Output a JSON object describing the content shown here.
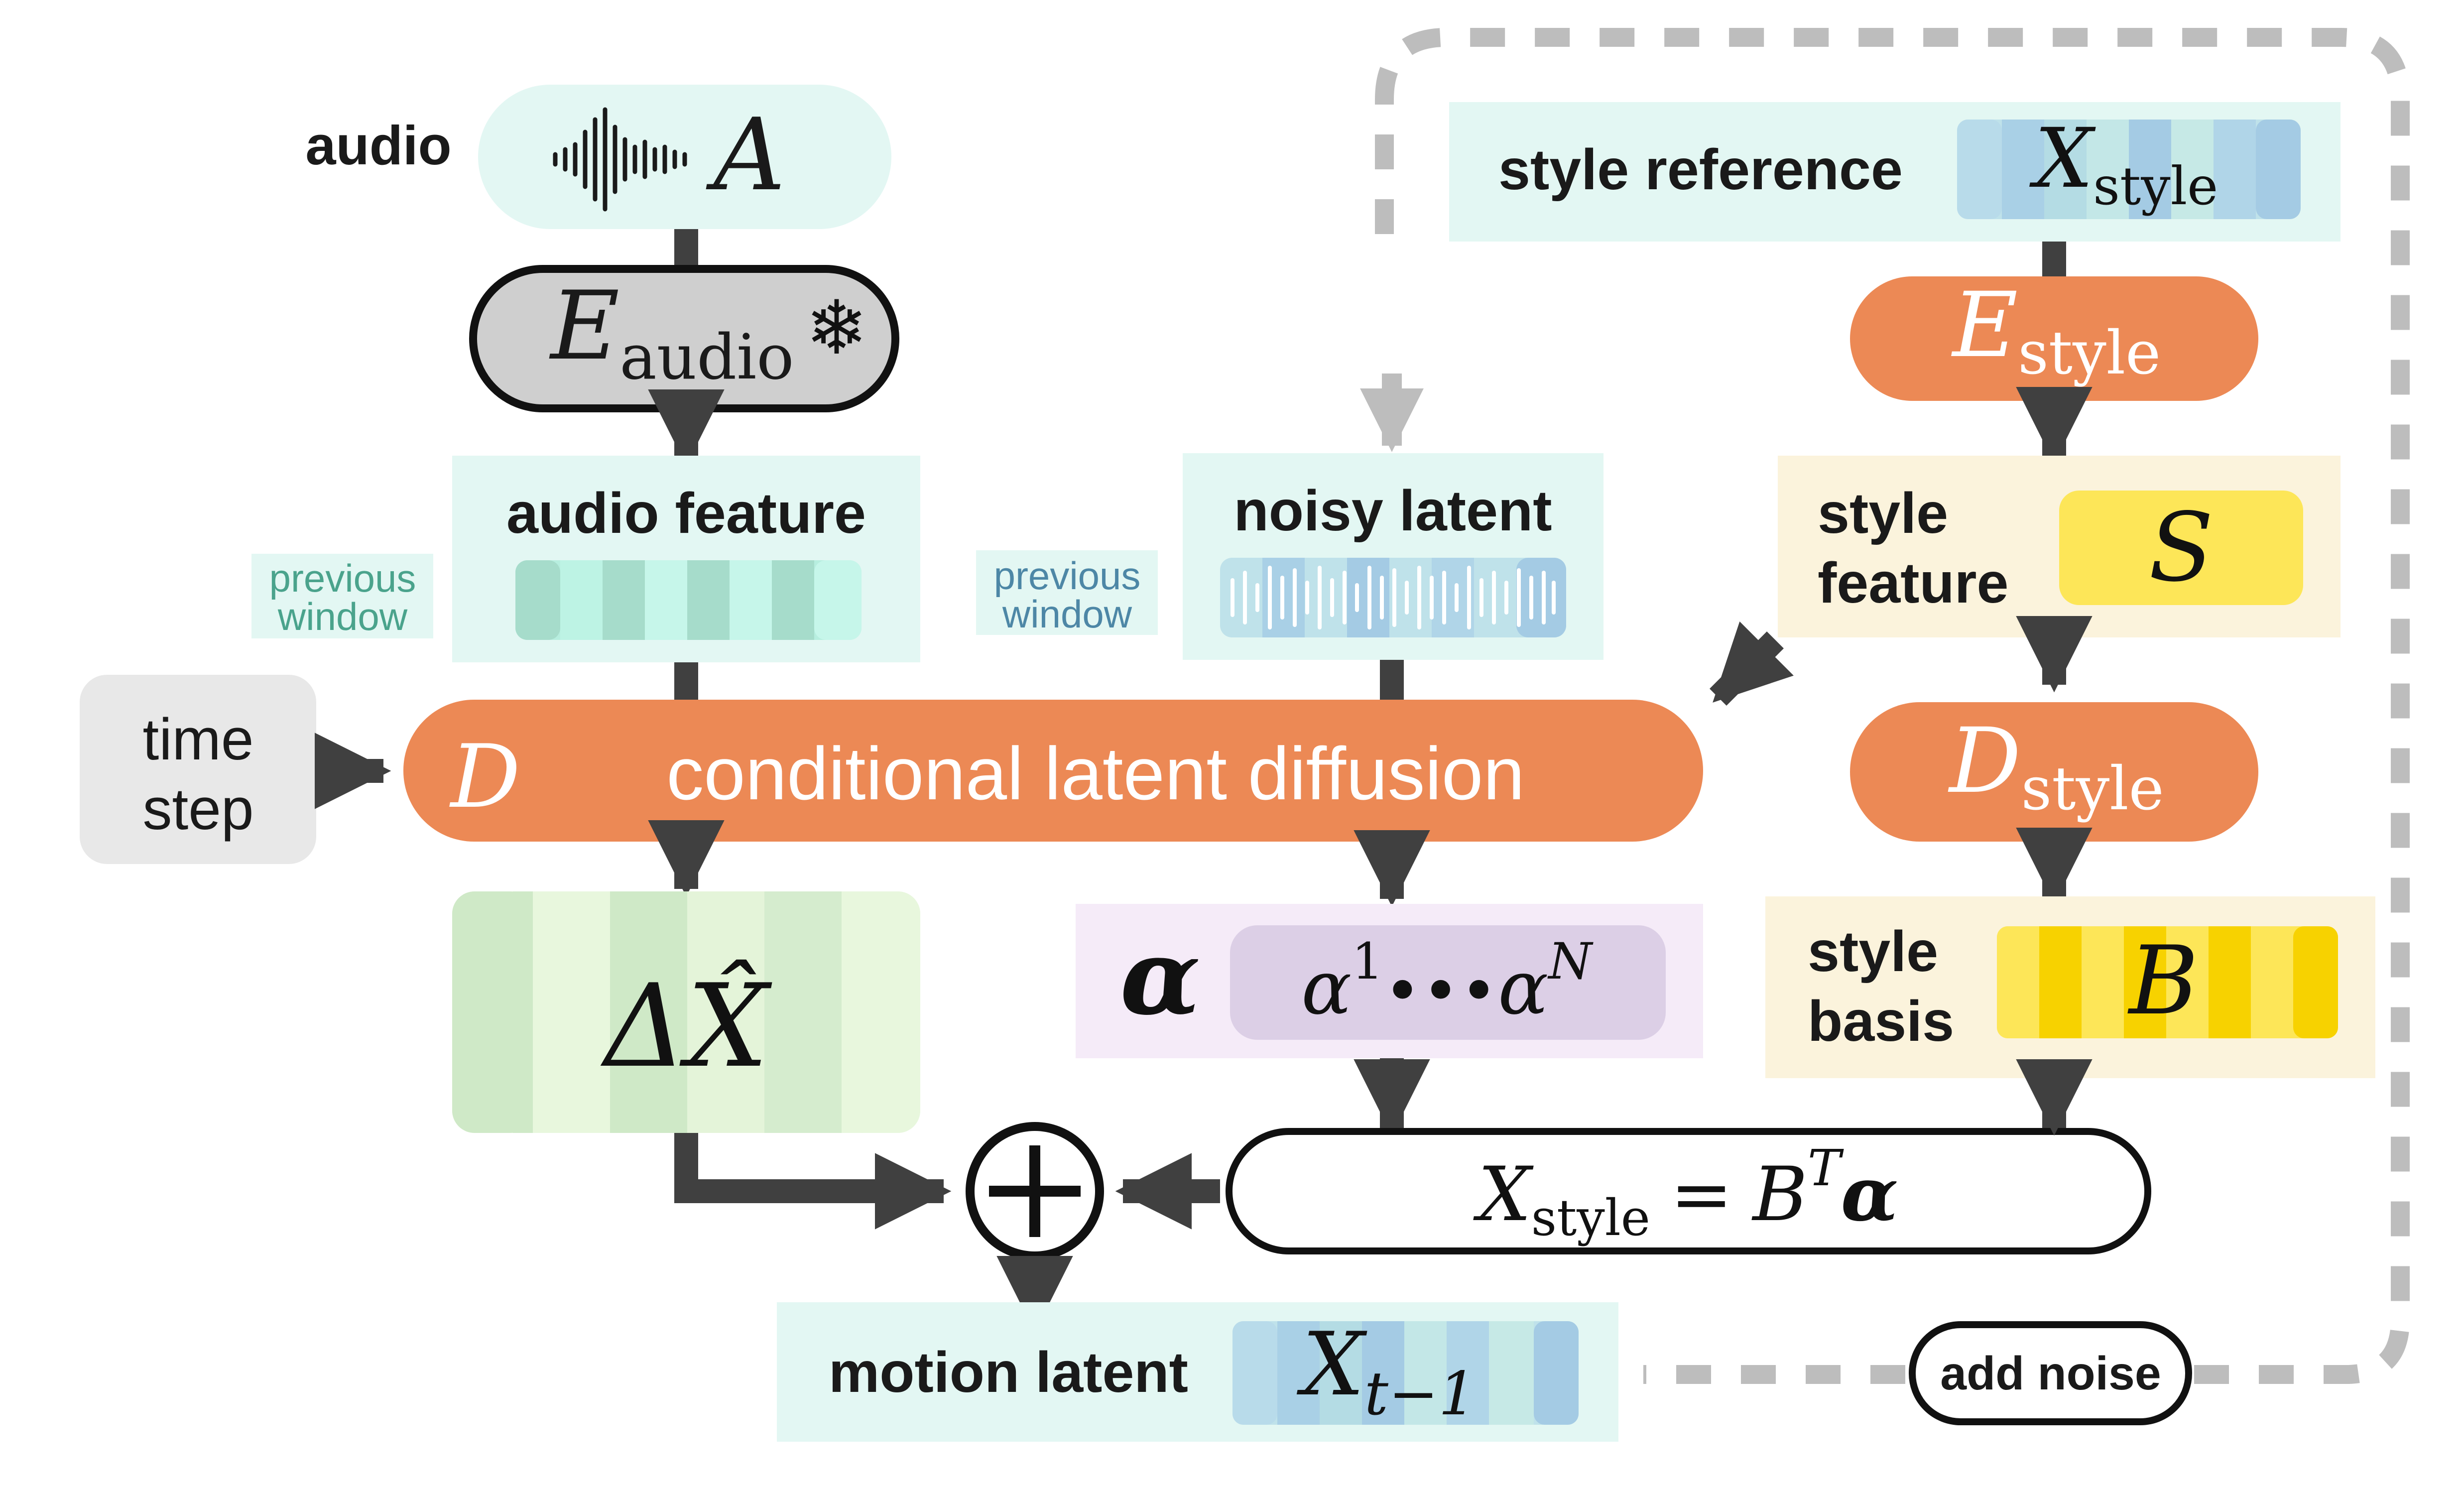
{
  "labels": {
    "audio": "audio",
    "audio_feature": "audio feature",
    "previous_window_1a": "previous",
    "previous_window_1b": "window",
    "previous_window_2a": "previous",
    "previous_window_2b": "window",
    "noisy_latent": "noisy latent",
    "time_step_1": "time",
    "time_step_2": "step",
    "conditional_latent_diffusion": "conditional latent diffusion",
    "style_reference": "style reference",
    "style_feature_1": "style",
    "style_feature_2": "feature",
    "style_basis_1": "style",
    "style_basis_2": "basis",
    "motion_latent": "motion latent",
    "add_noise": "add noise"
  },
  "math": {
    "A": "A",
    "E": "E",
    "audio_sub": "audio",
    "style_sub": "style",
    "X": "X",
    "S": "S",
    "B": "B",
    "D": "D",
    "alpha": "α",
    "alpha_1": "α",
    "sup_1": "1",
    "dots": "•••",
    "alpha_N": "α",
    "sup_N": "N",
    "delta_x_hat": "ΔX̂",
    "x_style_eq": "X",
    "eq_sign": "=",
    "eq_B": "B",
    "eq_T": "T",
    "eq_alpha": "α",
    "t_minus_1": "t−1",
    "plus": "+",
    "snowflake": "❄"
  },
  "colors": {
    "orange": "#ec8955",
    "mint": "#e3f7f3",
    "cream": "#fbf3dc",
    "purple_bg": "#f5ebf8",
    "purple_chip": "#dccfe6",
    "yellow": "#fde658",
    "gray_box": "#cfcfcf",
    "arrow": "#404040",
    "dashed": "#bdbdbd",
    "green": "#cfe9c7"
  },
  "icons": [
    "waveform-icon",
    "snowflake-icon",
    "plus-circle-icon"
  ]
}
